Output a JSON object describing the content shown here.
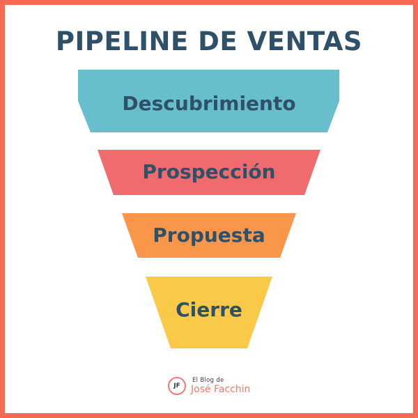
{
  "title": "PIPELINE DE VENTAS",
  "colors": {
    "frame": "#F46A55",
    "title_text": "#2E5069",
    "label_text": "#2E5069",
    "logo_accent": "#F07A72"
  },
  "funnel": {
    "stages": [
      {
        "label": "Descubrimiento",
        "color": "#67BECC"
      },
      {
        "label": "Prospección",
        "color": "#F06B6E"
      },
      {
        "label": "Propuesta",
        "color": "#F9964A"
      },
      {
        "label": "Cierre",
        "color": "#F9C947"
      }
    ]
  },
  "logo": {
    "initials": "JF",
    "line1": "El Blog de",
    "line2": "José Facchin"
  }
}
